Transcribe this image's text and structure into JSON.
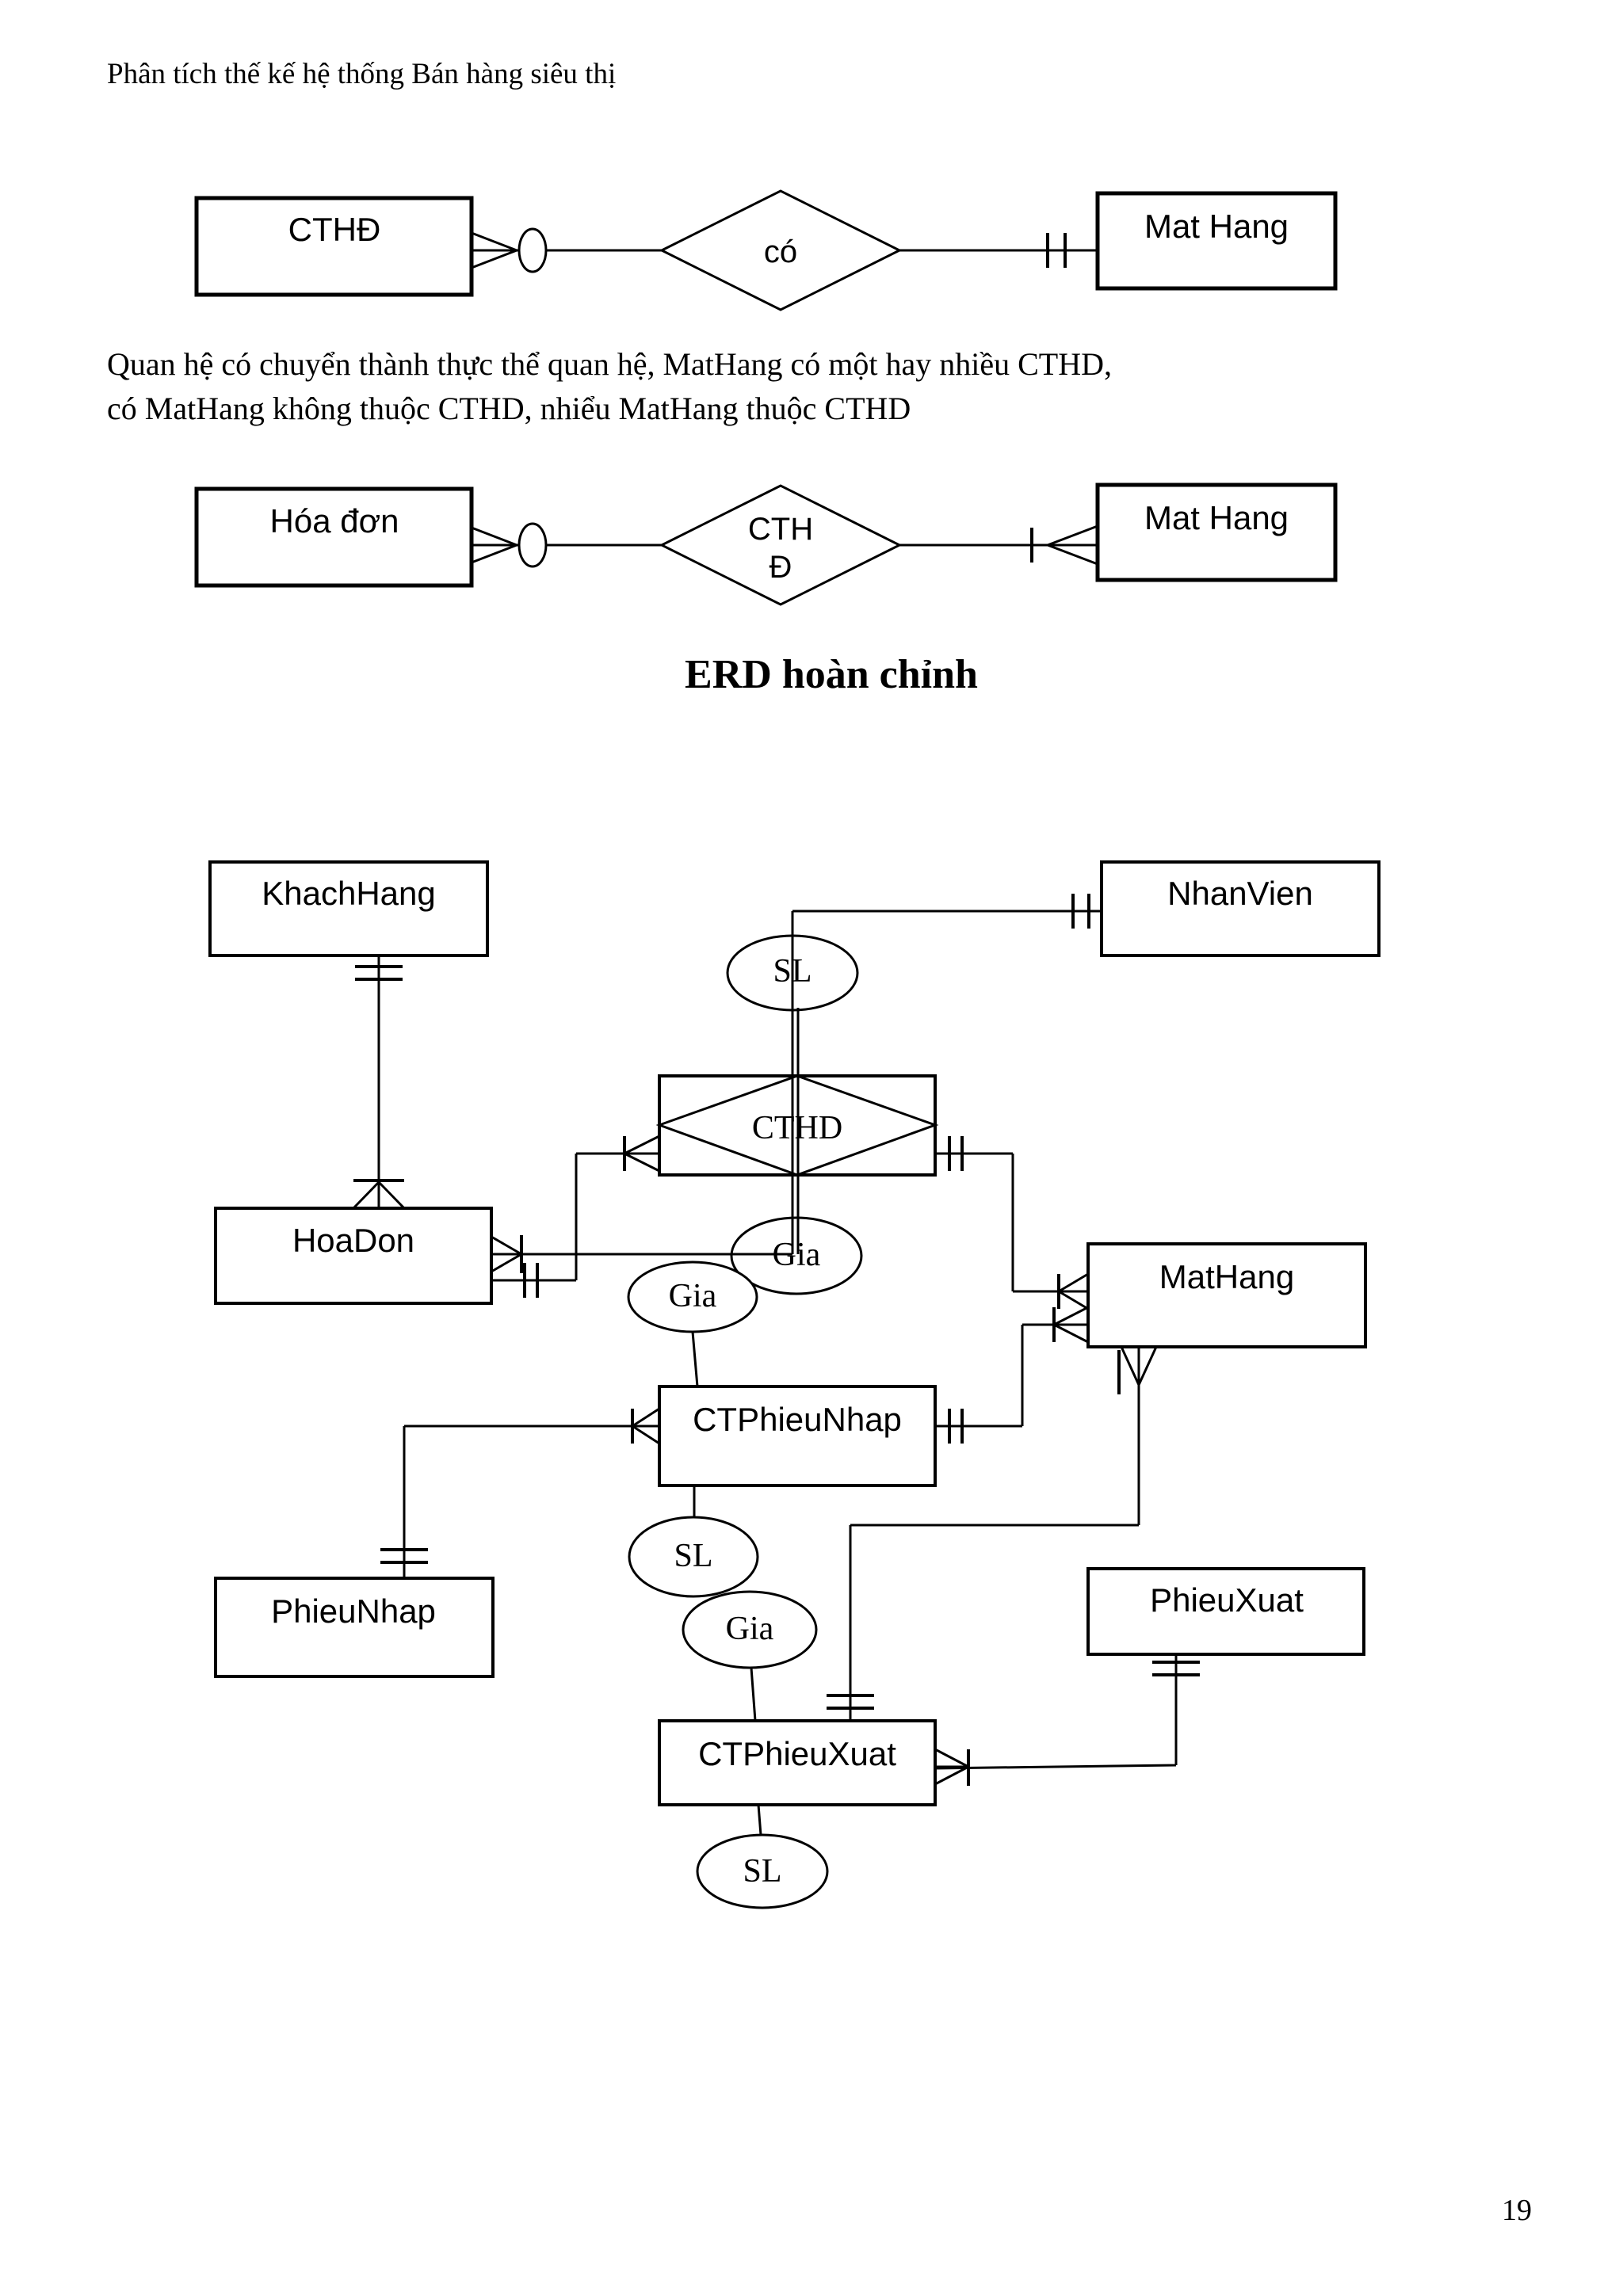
{
  "header": {
    "title": "Phân tích thế kế hệ thống Bán hàng siêu thị"
  },
  "paragraph": {
    "line1": "Quan hệ có chuyển thành thực thể quan hệ, MatHang có một hay nhiều CTHD,",
    "line2": "có MatHang không thuộc CTHD, nhiểu MatHang thuộc CTHD"
  },
  "section_title": "ERD hoàn chỉnh",
  "diagram1": {
    "entity_left": "CTHĐ",
    "relationship": "có",
    "entity_right": "Mat Hang"
  },
  "diagram2": {
    "entity_left": "Hóa đơn",
    "relationship_line1": "CTH",
    "relationship_line2": "Đ",
    "entity_right": "Mat Hang"
  },
  "erd": {
    "relationship": "CTHD",
    "entities": {
      "khachhang": "KhachHang",
      "nhanvien": "NhanVien",
      "hoadon": "HoaDon",
      "mathang": "MatHang",
      "ctphieunhap": "CTPhieuNhap",
      "phieunhap": "PhieuNhap",
      "phieuxuat": "PhieuXuat",
      "ctphieuxuat": "CTPhieuXuat"
    },
    "attributes": {
      "sl_cthd": "SL",
      "gia_cthd": "Gia",
      "gia_ctphieunhap": "Gia",
      "sl_ctphieunhap": "SL",
      "gia_ctphieuxuat": "Gia",
      "sl_ctphieuxuat": "SL"
    }
  },
  "page": {
    "number": "19"
  }
}
